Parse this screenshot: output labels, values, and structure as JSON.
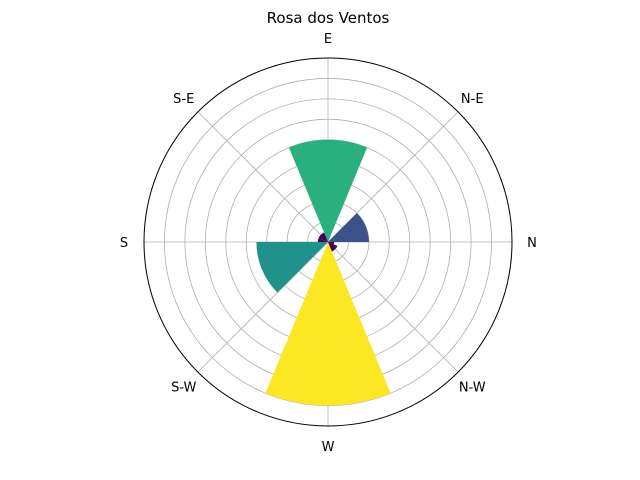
{
  "chart_data": {
    "type": "polar-bar",
    "title": "Rosa dos Ventos",
    "direction_labels": [
      "N",
      "N-E",
      "E",
      "S-E",
      "S",
      "S-W",
      "W",
      "N-W"
    ],
    "r_max": 9,
    "r_ticks": [
      1,
      2,
      3,
      4,
      5,
      6,
      7,
      8
    ],
    "sector_width_deg": 45,
    "bars": [
      {
        "direction": "N",
        "value": 0.3,
        "color": "#440154"
      },
      {
        "direction": "N-E",
        "value": 2.0,
        "color": "#3b528b"
      },
      {
        "direction": "E",
        "value": 5.0,
        "color": "#21918c"
      },
      {
        "direction": "S-E",
        "value": 0.3,
        "color": "#440154"
      },
      {
        "direction": "S",
        "value": 0.3,
        "color": "#440154"
      },
      {
        "direction": "S-W",
        "value": 3.5,
        "color": "#21918c"
      },
      {
        "direction": "W",
        "value": 8.0,
        "color": "#fde725"
      },
      {
        "direction": "N-W",
        "value": 0.3,
        "color": "#440154"
      }
    ],
    "bars_detail": [
      {
        "angle_deg": 0,
        "value": 0.3,
        "color": "#440154"
      },
      {
        "angle_deg": 22.5,
        "value": 2.0,
        "color": "#3b528b"
      },
      {
        "angle_deg": 90,
        "value": 5.0,
        "color": "#2ab07f"
      },
      {
        "angle_deg": 135,
        "value": 0.5,
        "color": "#440154"
      },
      {
        "angle_deg": 180,
        "value": 0.5,
        "color": "#440154"
      },
      {
        "angle_deg": 202.5,
        "value": 3.5,
        "color": "#21918c"
      },
      {
        "angle_deg": 270,
        "value": 8.0,
        "color": "#fde725"
      },
      {
        "angle_deg": 315,
        "value": 0.5,
        "color": "#440154"
      }
    ],
    "grid": true
  }
}
